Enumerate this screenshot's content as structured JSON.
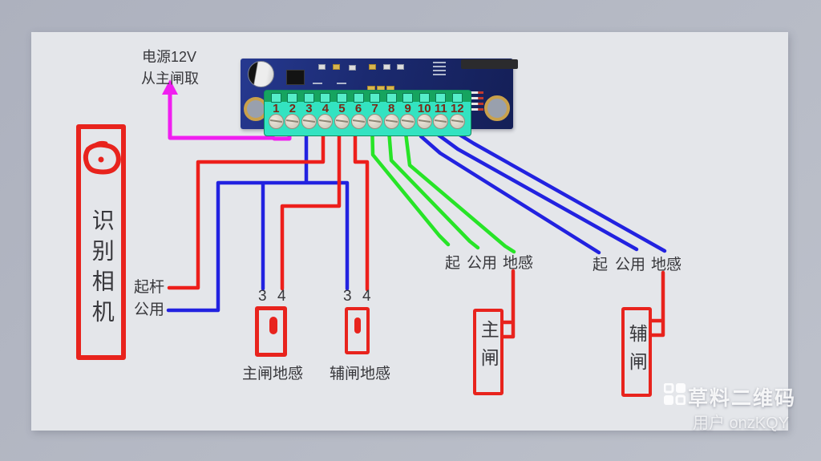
{
  "colors": {
    "frame_bg": "#b6bac5",
    "canvas_bg": "#e4e6ea",
    "wire_red": "#ed1f1b",
    "wire_blue": "#2222e0",
    "wire_green": "#27e427",
    "wire_magenta": "#f01ff0",
    "annotation_red": "#e8231d",
    "pcb_navy": "#1b2a70",
    "terminal_teal": "#33e3c1",
    "text_dark": "#38383c"
  },
  "board": {
    "name": "barrier-controller-pcb",
    "terminals": [
      "1",
      "2",
      "3",
      "4",
      "5",
      "6",
      "7",
      "8",
      "9",
      "10",
      "11",
      "12"
    ]
  },
  "annotations": {
    "power_note": {
      "line1": "电源12V",
      "line2": "从主闸取"
    },
    "camera": {
      "title": "识别相机",
      "raise_label": "起杆",
      "common_label": "公用"
    },
    "main_loop_detector": {
      "pin_left": "3",
      "pin_right": "4",
      "caption": "主闸地感"
    },
    "aux_loop_detector": {
      "pin_left": "3",
      "pin_right": "4",
      "caption": "辅闸地感"
    },
    "main_gate": {
      "raise": "起",
      "common": "公用",
      "loop": "地感",
      "box_label": "主闸"
    },
    "aux_gate": {
      "raise": "起",
      "common": "公用",
      "loop": "地感",
      "box_label": "辅闸"
    }
  },
  "watermark": {
    "brand": "草料二维码",
    "user": "用户 onzKQY"
  }
}
